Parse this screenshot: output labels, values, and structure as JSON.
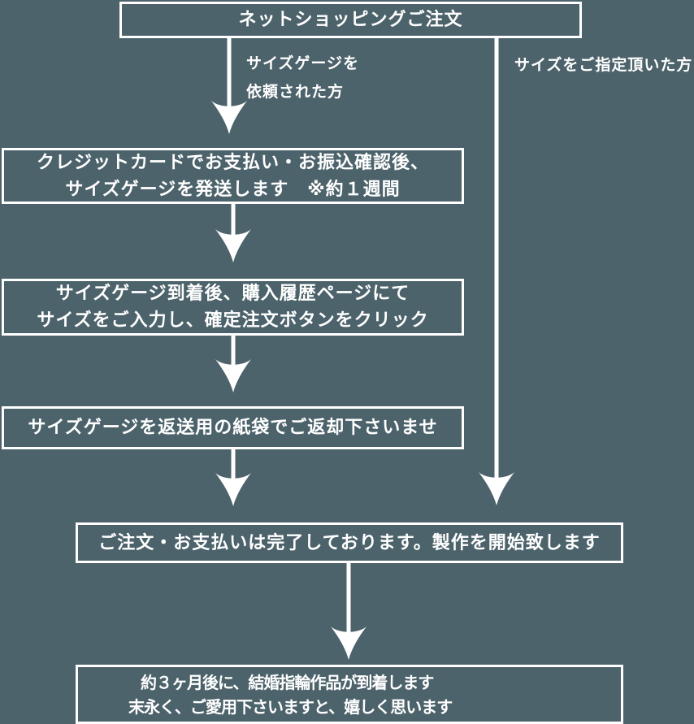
{
  "flow": {
    "title_box": "ネットショッピングご注文",
    "branch_left": {
      "line1": "サイズゲージを",
      "line2": "依頼された方"
    },
    "branch_right": "サイズをご指定頂いた方",
    "step_payment": {
      "line1": "クレジットカードでお支払い・お振込確認後、",
      "line2": "サイズゲージを発送します　※約１週間"
    },
    "step_gauge": {
      "line1": "サイズゲージ到着後、購入履歴ページにて",
      "line2": "サイズをご入力し、確定注文ボタンをクリック"
    },
    "step_return": "サイズゲージを返送用の紙袋でご返却下さいませ",
    "step_complete": "ご注文・お支払いは完了しております。製作を開始致します",
    "step_delivery": {
      "line1": "約３ヶ月後に、結婚指輪作品が到着します",
      "line2": "末永く、ご愛用下さいますと、嬉しく思います"
    }
  },
  "colors": {
    "background": "#4d636b",
    "foreground": "#ffffff"
  }
}
